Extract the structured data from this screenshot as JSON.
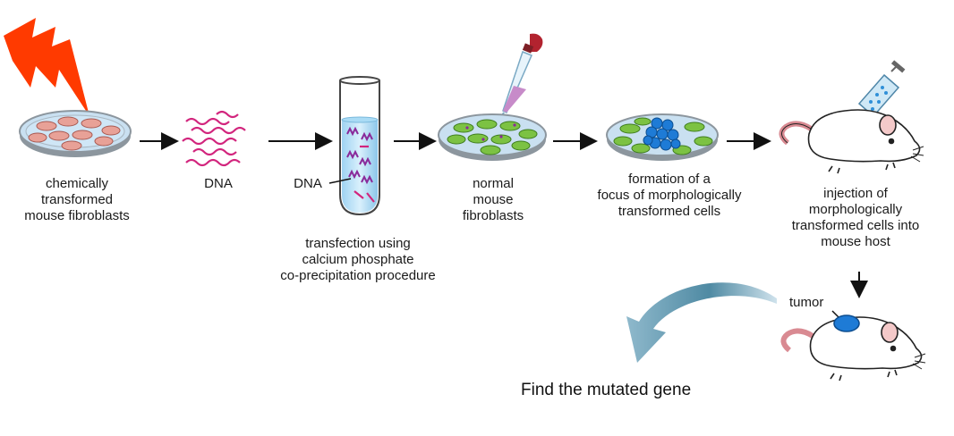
{
  "steps": {
    "transformed": "chemically\ntransformed\nmouse fibroblasts",
    "dna": "DNA",
    "tube_dna": "DNA",
    "transfection": "transfection using\ncalcium phosphate\nco-precipitation procedure",
    "normal": "normal\nmouse\nfibroblasts",
    "focus": "formation of a\nfocus of morphologically\ntransformed cells",
    "injection": "injection of\nmorphologically\ntransformed cells into\nmouse host",
    "tumor": "tumor"
  },
  "caption": "Find the mutated gene",
  "colors": {
    "dish_rim": "#9aa4ad",
    "dish_fill": "#b8d8ee",
    "pink_cells": "#e59a92",
    "green_cells": "#7cc243",
    "focus_blue": "#1e7bd6",
    "dna_magenta": "#d2257d",
    "lightning": "#ff3a00",
    "swoosh": "#6e9fb5"
  }
}
